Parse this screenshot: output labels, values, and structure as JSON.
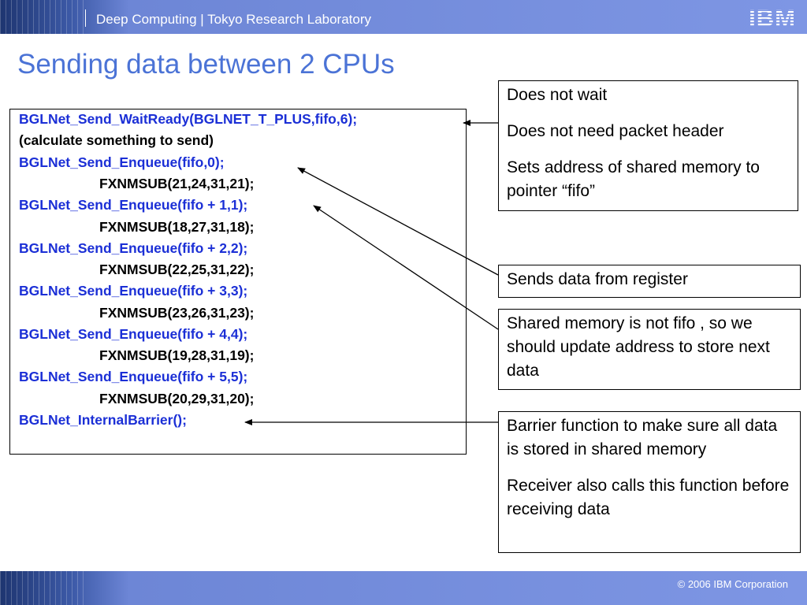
{
  "header": {
    "title": "Deep Computing | Tokyo Research Laboratory",
    "logo_text": "IBM"
  },
  "slide": {
    "title": "Sending data between 2 CPUs"
  },
  "code": {
    "lines": [
      "BGLNet_Send_WaitReady(BGLNET_T_PLUS,fifo,6);",
      "(calculate something to send)",
      "BGLNet_Send_Enqueue(fifo,0);",
      "FXNMSUB(21,24,31,21);",
      "BGLNet_Send_Enqueue(fifo + 1,1);",
      "FXNMSUB(18,27,31,18);",
      "BGLNet_Send_Enqueue(fifo + 2,2);",
      "FXNMSUB(22,25,31,22);",
      "BGLNet_Send_Enqueue(fifo + 3,3);",
      "FXNMSUB(23,26,31,23);",
      "BGLNet_Send_Enqueue(fifo + 4,4);",
      "FXNMSUB(19,28,31,19);",
      "BGLNet_Send_Enqueue(fifo + 5,5);",
      "FXNMSUB(20,29,31,20);",
      "BGLNet_InternalBarrier();"
    ]
  },
  "notes": {
    "wait_ready": [
      "Does not wait",
      "Does not need packet header",
      "Sets address of shared memory to pointer “fifo”"
    ],
    "send_register": [
      "Sends data from register"
    ],
    "shared_memory": [
      "Shared memory is not fifo , so we should update address to store next data"
    ],
    "barrier": [
      "Barrier function to make sure all data is stored in shared memory",
      "Receiver also calls this function before receiving data"
    ]
  },
  "colors": {
    "code_blue": "#1b2fd6",
    "title_blue": "#4b73d6",
    "header_bar": "#7e96e4"
  },
  "footer": {
    "copyright": "© 2006 IBM Corporation"
  }
}
